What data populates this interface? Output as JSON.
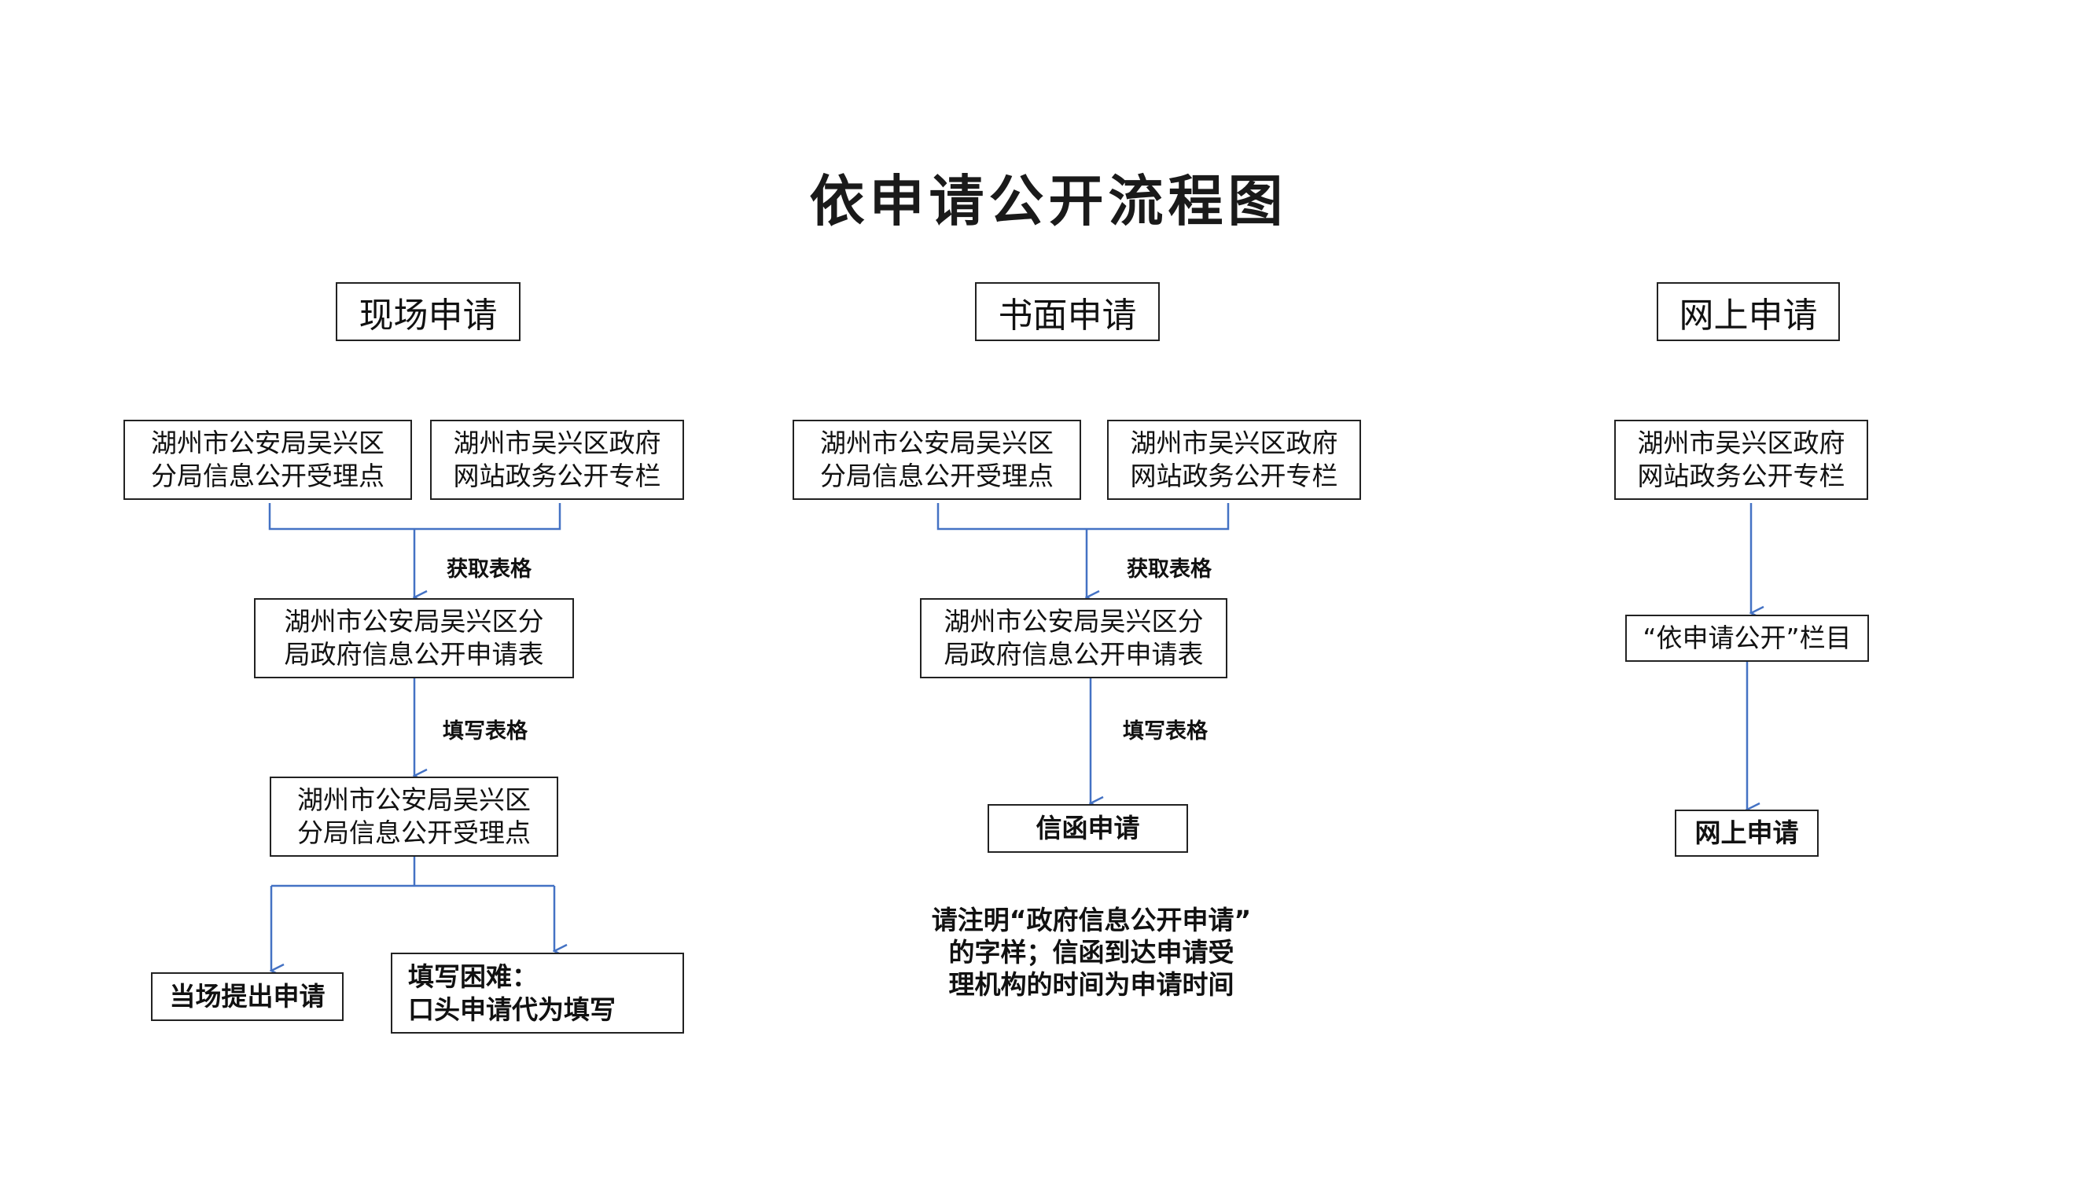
{
  "title": "依申请公开流程图",
  "colors": {
    "connector": "#4472C4",
    "border": "#222222"
  },
  "headers": {
    "onsite": "现场申请",
    "written": "书面申请",
    "online": "网上申请"
  },
  "onsite": {
    "source_a": [
      "湖州市公安局吴兴区",
      "分局信息公开受理点"
    ],
    "source_b": [
      "湖州市吴兴区政府",
      "网站政务公开专栏"
    ],
    "step1_label": "获取表格",
    "form": [
      "湖州市公安局吴兴区分",
      "局政府信息公开申请表"
    ],
    "step2_label": "填写表格",
    "office": [
      "湖州市公安局吴兴区",
      "分局信息公开受理点"
    ],
    "result_a": "当场提出申请",
    "result_b": [
      "填写困难：",
      "口头申请代为填写"
    ]
  },
  "written": {
    "source_a": [
      "湖州市公安局吴兴区",
      "分局信息公开受理点"
    ],
    "source_b": [
      "湖州市吴兴区政府",
      "网站政务公开专栏"
    ],
    "step1_label": "获取表格",
    "form": [
      "湖州市公安局吴兴区分",
      "局政府信息公开申请表"
    ],
    "step2_label": "填写表格",
    "result": "信函申请",
    "note": [
      "请注明“政府信息公开申请”",
      "的字样；信函到达申请受",
      "理机构的时间为申请时间"
    ]
  },
  "online": {
    "source": [
      "湖州市吴兴区政府",
      "网站政务公开专栏"
    ],
    "column": "“依申请公开”栏目",
    "result": "网上申请"
  }
}
